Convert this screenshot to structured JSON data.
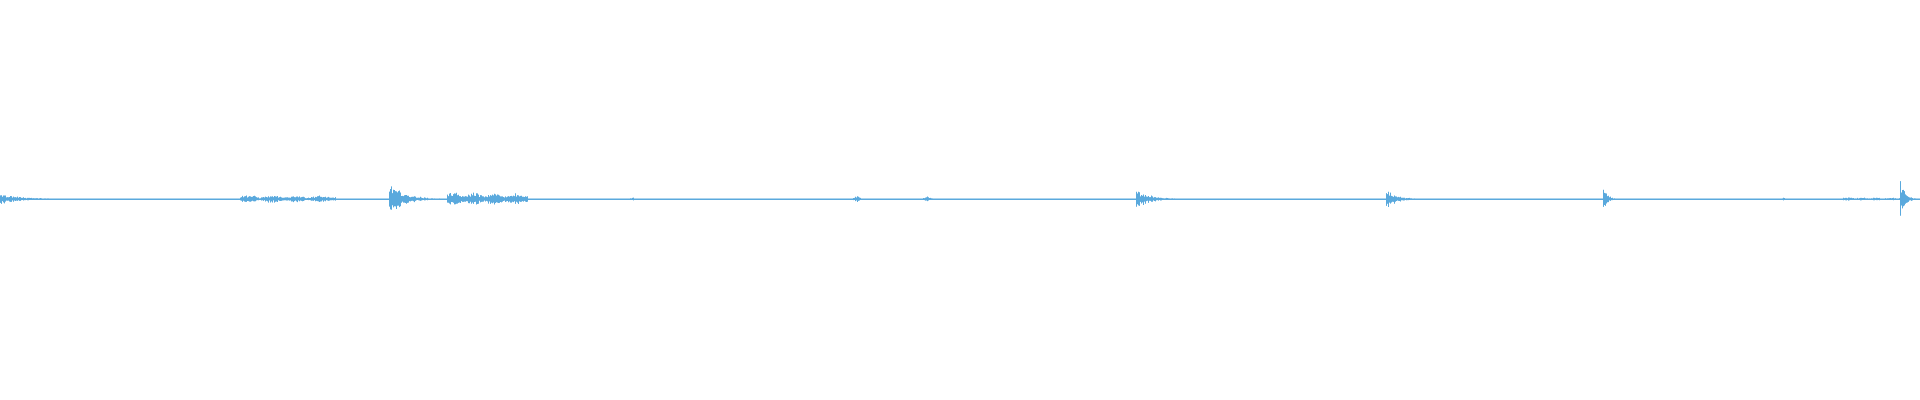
{
  "waveform": {
    "color": "#5aa9dd",
    "amplitude_scale": 1.0,
    "segments": [
      {
        "start": 0.0,
        "end": 0.05,
        "peak": 0.28,
        "profile": "burst"
      },
      {
        "start": 0.125,
        "end": 0.175,
        "peak": 0.22,
        "profile": "cluster"
      },
      {
        "start": 0.203,
        "end": 0.235,
        "peak": 0.85,
        "profile": "burst"
      },
      {
        "start": 0.233,
        "end": 0.275,
        "peak": 0.38,
        "profile": "cluster"
      },
      {
        "start": 0.328,
        "end": 0.336,
        "peak": 0.14,
        "profile": "spike"
      },
      {
        "start": 0.444,
        "end": 0.456,
        "peak": 0.22,
        "profile": "spike"
      },
      {
        "start": 0.48,
        "end": 0.495,
        "peak": 0.16,
        "profile": "spike"
      },
      {
        "start": 0.592,
        "end": 0.62,
        "peak": 0.55,
        "profile": "burst"
      },
      {
        "start": 0.722,
        "end": 0.745,
        "peak": 0.5,
        "profile": "burst"
      },
      {
        "start": 0.835,
        "end": 0.845,
        "peak": 0.55,
        "profile": "burst"
      },
      {
        "start": 0.928,
        "end": 0.934,
        "peak": 0.1,
        "profile": "spike"
      },
      {
        "start": 0.96,
        "end": 0.99,
        "peak": 0.1,
        "profile": "cluster"
      },
      {
        "start": 0.99,
        "end": 1.0,
        "peak": 0.95,
        "profile": "burst"
      }
    ],
    "baseline_noise": 0.02
  }
}
